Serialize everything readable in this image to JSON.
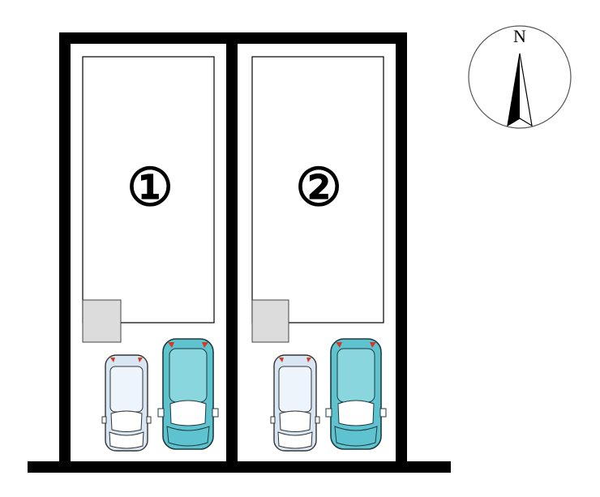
{
  "compass": {
    "label": "N"
  },
  "lots": [
    {
      "number": "①"
    },
    {
      "number": "②"
    }
  ],
  "cars": {
    "small_color": "#d8e6f4",
    "large_color": "#5fc3cf"
  },
  "colors": {
    "wall": "#000000",
    "utility_box": "#dcdcdc",
    "tail_light": "#d03a2a"
  }
}
